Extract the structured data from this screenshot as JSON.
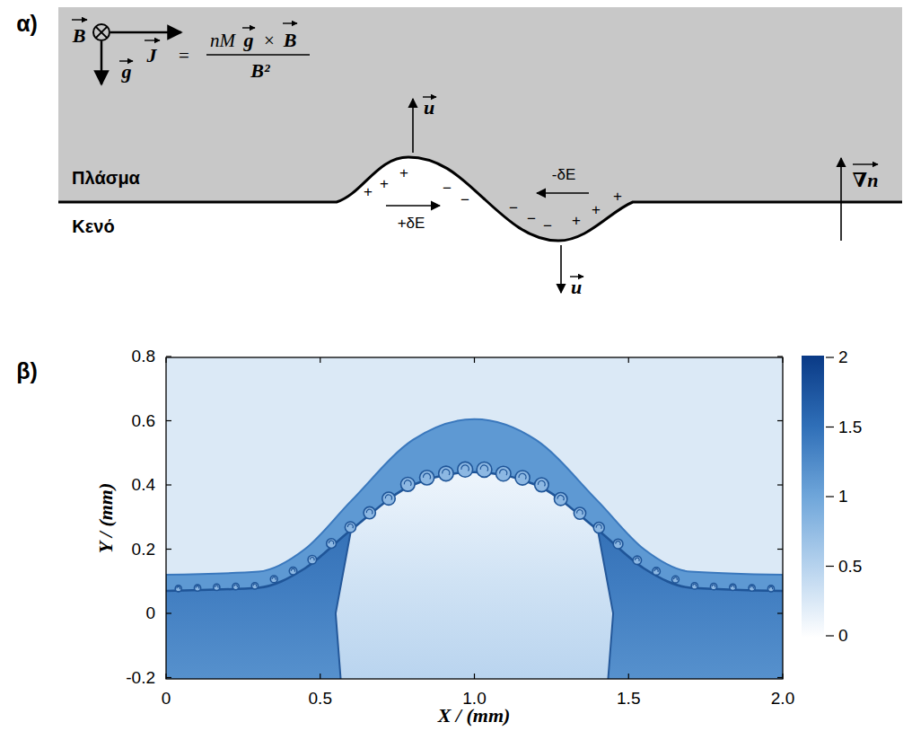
{
  "diagram": {
    "labels": [
      "α)",
      "B",
      "g",
      "J",
      "=",
      "nM",
      "g",
      "×",
      "B",
      "B²",
      "u",
      "Πλάσμα",
      "Κενό",
      "+",
      "+",
      "+",
      "−",
      "−",
      "+δE",
      "−",
      "−",
      "−",
      "+",
      "+",
      "+",
      "-δE",
      "∇n",
      "u",
      "β)",
      "0.8",
      "0.6",
      "0.4",
      "0.2",
      "0",
      "-0.2",
      "Y / (mm)",
      "0",
      "0.5",
      "1.0",
      "1.5",
      "2.0",
      "X / (mm)",
      "2",
      "1.5",
      "1",
      "0.5",
      "0"
    ]
  }
}
